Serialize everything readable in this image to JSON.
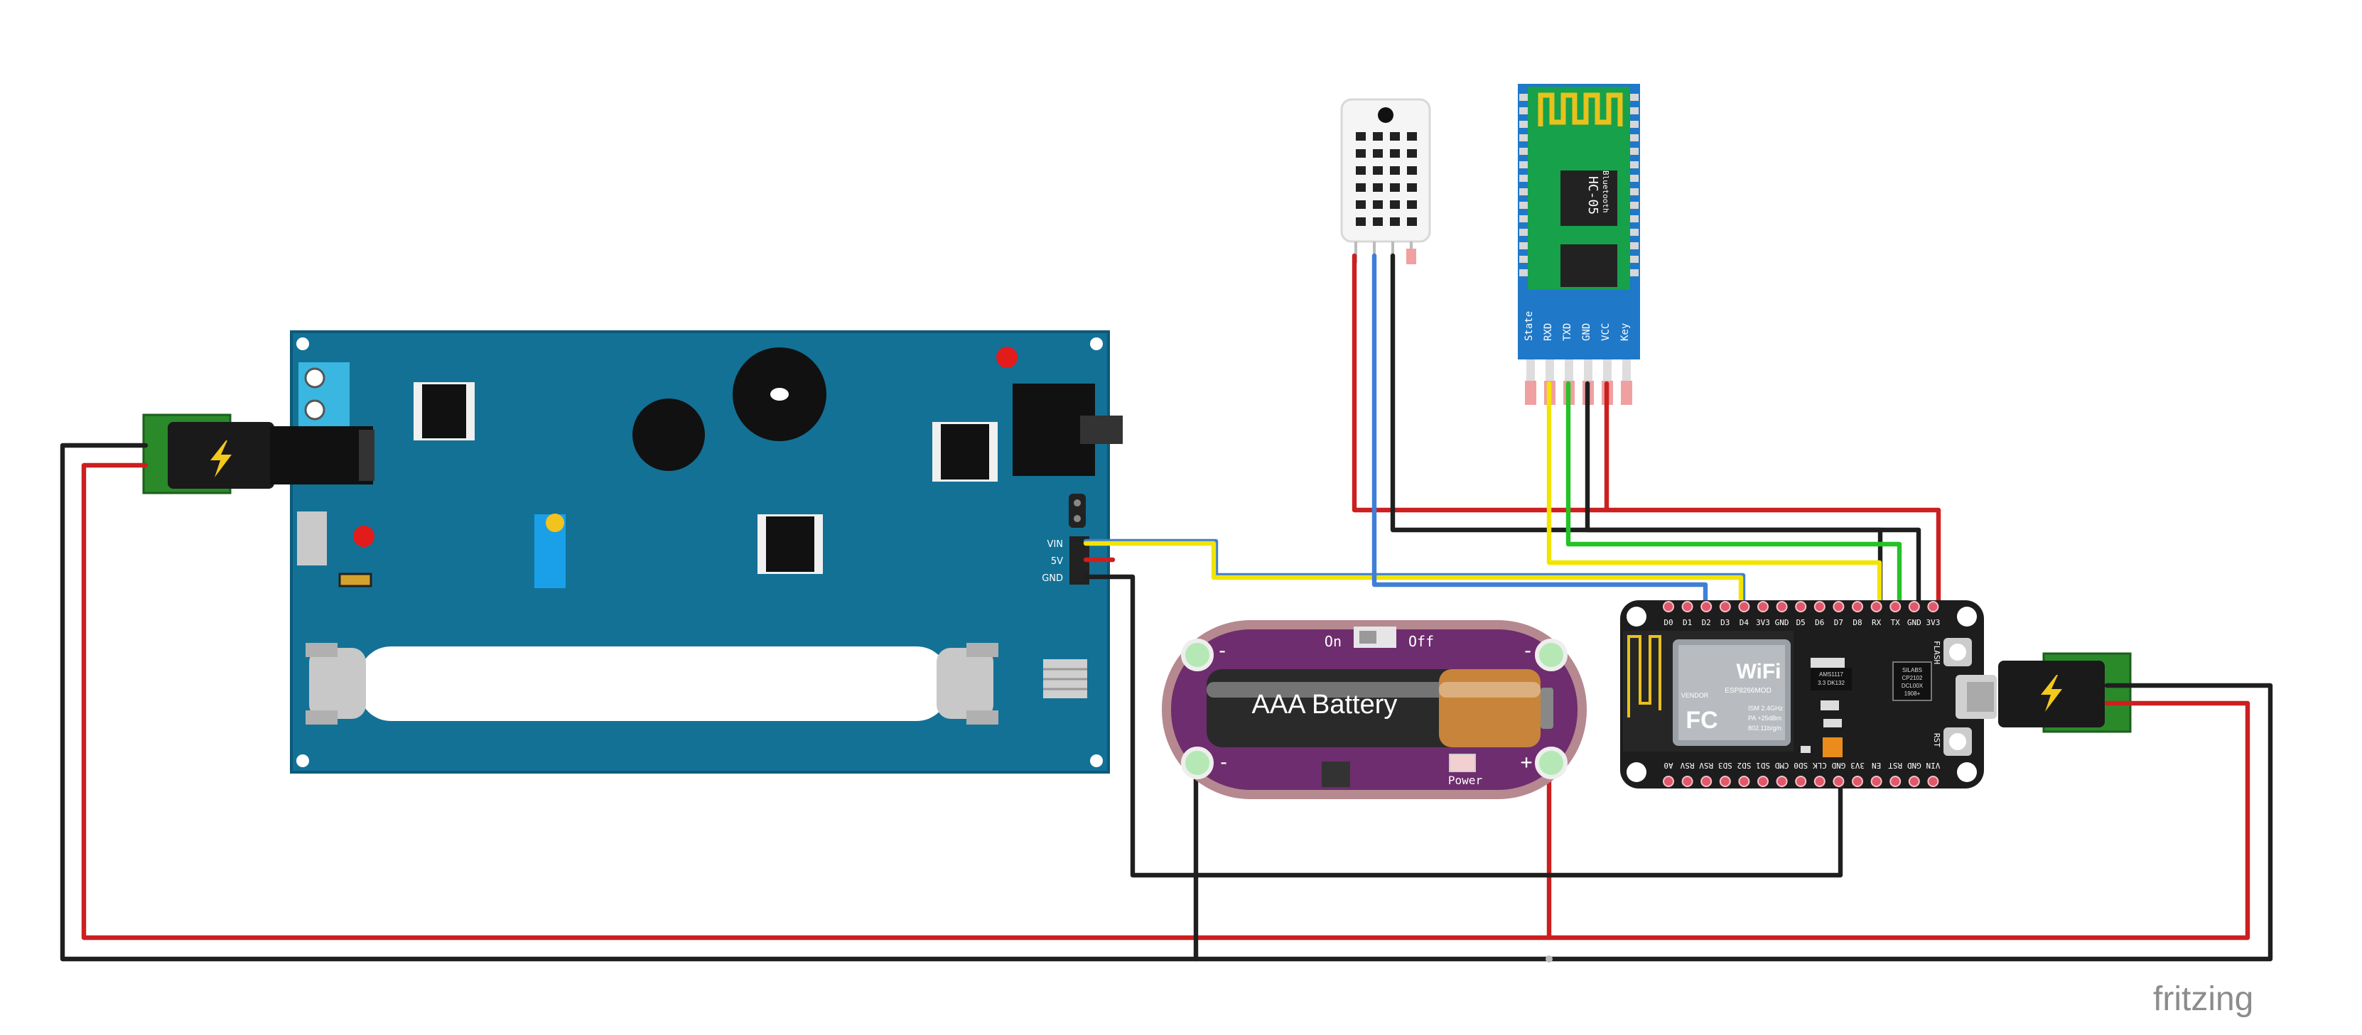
{
  "colors": {
    "wire_red": "#cc1f1f",
    "wire_black": "#1f1f1f",
    "wire_blue": "#3f7fd6",
    "wire_green": "#25c227",
    "wire_yellow": "#f2e400",
    "board_teal": "#137196",
    "battery_purple": "#6e2d6e",
    "nodemcu_black": "#1d1d1d",
    "hc05_blue": "#1f78c8",
    "hc05_green": "#16a14a",
    "power_jack_green": "#2a8a2a"
  },
  "main_board": {
    "pin_labels": [
      "VIN",
      "5V",
      "GND"
    ]
  },
  "battery": {
    "label": "AAA Battery",
    "switch_on": "On",
    "switch_off": "Off",
    "power_label": "Power",
    "minus_top": "-",
    "minus_top_right": "-",
    "minus_bottom": "-",
    "plus_bottom": "+"
  },
  "hc05": {
    "name": "HC-05",
    "sub": "Bluetooth",
    "pins": [
      "State",
      "RXD",
      "TXD",
      "GND",
      "VCC",
      "Key"
    ]
  },
  "nodemcu": {
    "top_pins": [
      "D0",
      "D1",
      "D2",
      "D3",
      "D4",
      "3V3",
      "GND",
      "D5",
      "D6",
      "D7",
      "D8",
      "RX",
      "TX",
      "GND",
      "3V3"
    ],
    "bottom_pins": [
      "A0",
      "RSV",
      "RSV",
      "SD3",
      "SD2",
      "SD1",
      "CMD",
      "SD0",
      "CLK",
      "GND",
      "3V3",
      "EN",
      "RST",
      "GND",
      "VIN"
    ],
    "wifi_label": "WiFi",
    "module_text": [
      "ESP8266MOD",
      "ISM 2.4GHz",
      "PA +25dBm",
      "802.11b/g/n"
    ],
    "flash_label": "FLASH",
    "rst_label": "RST",
    "chip_labels": [
      "AMS1117",
      "3.3 DK132",
      "SILABS",
      "CP2102",
      "DCL00X",
      "1908+"
    ],
    "fcc_label": "FC",
    "vendor_label": "VENDOR"
  },
  "footer": {
    "brand": "fritzing"
  }
}
